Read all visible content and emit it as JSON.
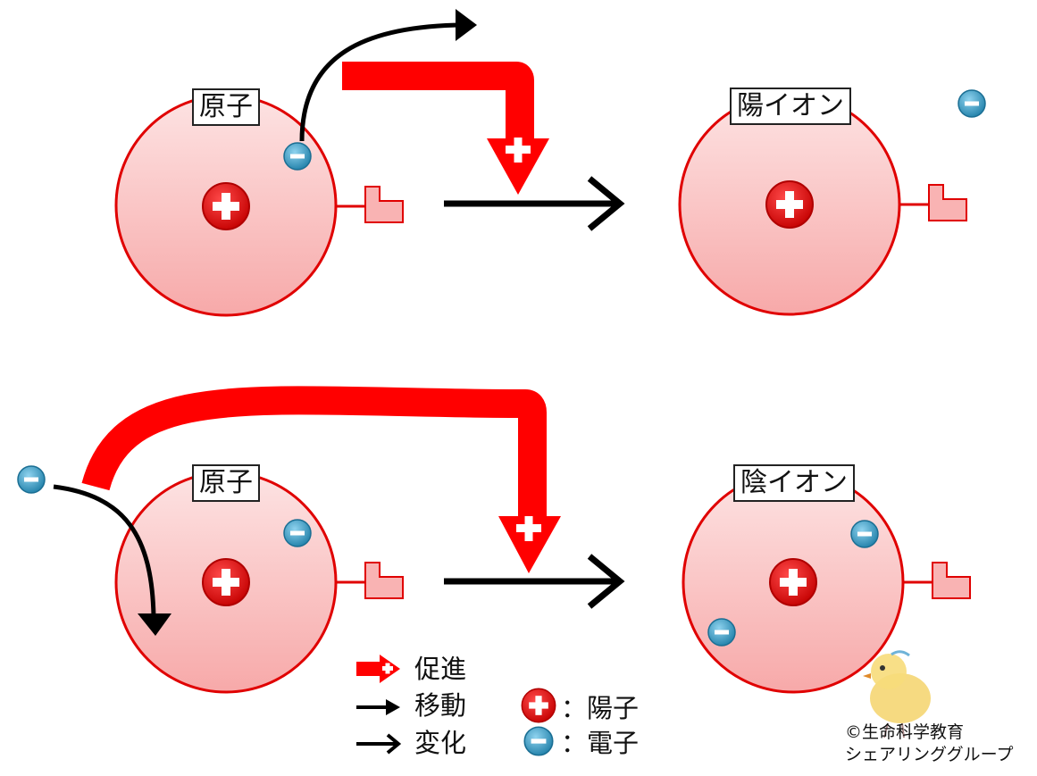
{
  "labels": {
    "atom_top": "原子",
    "cation": "陽イオン",
    "atom_bottom": "原子",
    "anion": "陰イオン"
  },
  "legend": {
    "promote": "促進",
    "move": "移動",
    "change": "変化",
    "proton": "：陽子",
    "electron": "：電子"
  },
  "credit": {
    "line1": "©生命科学教育",
    "line2": "シェアリンググループ"
  },
  "colors": {
    "promote_arrow": "#ff0000",
    "atom_fill": "#f9b3b3",
    "atom_stroke": "#e00000",
    "proton": "#e00000",
    "electron": "#2e8fb8"
  }
}
